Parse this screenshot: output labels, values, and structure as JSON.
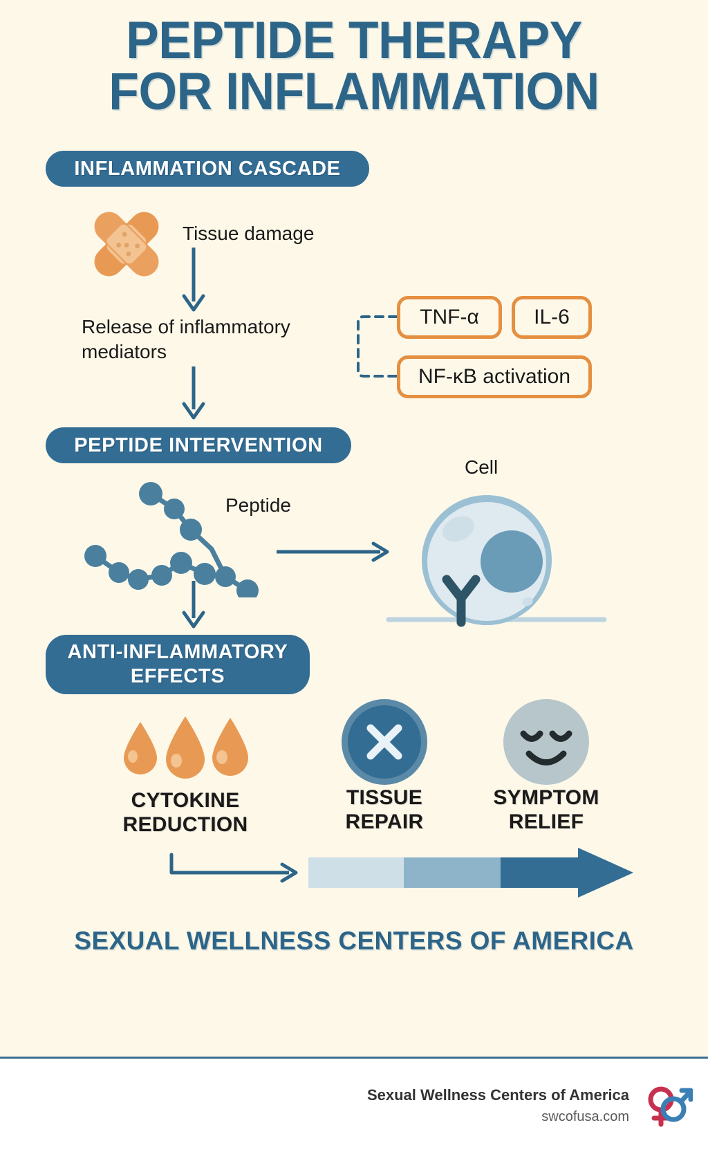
{
  "colors": {
    "background": "#fdf8e8",
    "primary_blue": "#336d94",
    "title_blue": "#2d6589",
    "accent_orange": "#e58f41",
    "droplet_orange": "#e89a55",
    "cell_body": "#dfeaf0",
    "cell_rim": "#9bc0d4",
    "nucleus": "#6a9cb8",
    "face_grey": "#b7c6cb",
    "text_dark": "#1a1a1a",
    "progress_light": "#cfdfe8",
    "progress_mid": "#8eb4ca",
    "progress_dark": "#336d94",
    "logo_red": "#c8304f",
    "logo_blue": "#3a7fb5"
  },
  "title": {
    "line1": "PEPTIDE THERAPY",
    "line2": "FOR INFLAMMATION"
  },
  "cascade": {
    "badge": "INFLAMMATION CASCADE",
    "step1": "Tissue damage",
    "step2": "Release of inflammatory mediators",
    "mediators": [
      {
        "label": "TNF-α"
      },
      {
        "label": "IL-6"
      },
      {
        "label": "NF-κB activation"
      }
    ]
  },
  "intervention": {
    "badge": "PEPTIDE INTERVENTION",
    "peptide_label": "Peptide",
    "cell_label": "Cell"
  },
  "effects": {
    "badge_line1": "ANTI-INFLAMMATORY",
    "badge_line2": "EFFECTS",
    "items": [
      {
        "icon": "droplets-icon",
        "label_line1": "CYTOKINE",
        "label_line2": "REDUCTION"
      },
      {
        "icon": "x-circle-icon",
        "label_line1": "TISSUE",
        "label_line2": "REPAIR"
      },
      {
        "icon": "relaxed-face-icon",
        "label_line1": "SYMPTOM",
        "label_line2": "RELIEF"
      }
    ]
  },
  "brand": {
    "headline": "SEXUAL WELLNESS CENTERS OF AMERICA"
  },
  "footer": {
    "company": "Sexual Wellness Centers of America",
    "url": "swcofusa.com",
    "logo": "gender-symbols-logo"
  }
}
